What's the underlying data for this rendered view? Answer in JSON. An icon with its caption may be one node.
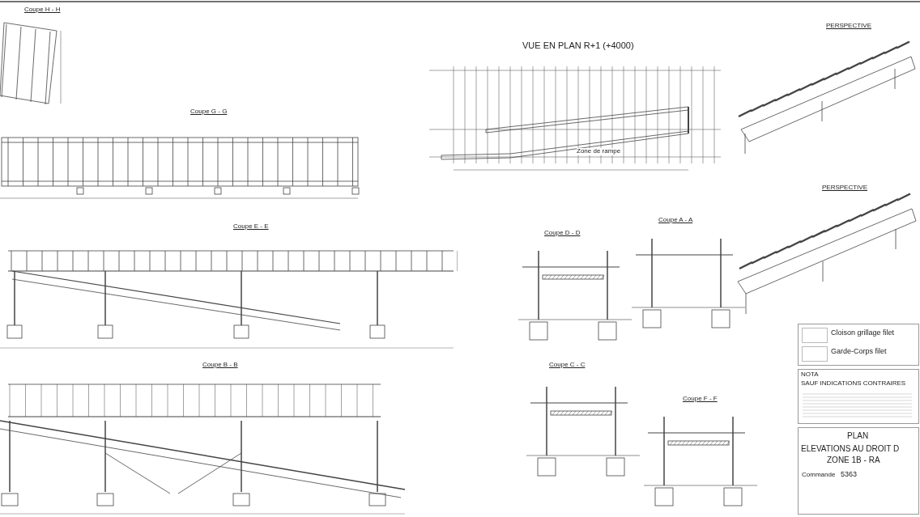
{
  "diagram": {
    "labels": [
      "Coupe H - H",
      "Coupe G - G",
      "VUE EN PLAN R+1 (+4000)",
      "PERSPECTIVE",
      "Zone de rampe",
      "PERSPECTIVE",
      "Coupe E - E",
      "Coupe D - D",
      "Coupe A - A",
      "Coupe B - B",
      "Coupe C - C",
      "Coupe F - F",
      "NOTA",
      "SAUF INDICATIONS CONTRAIRES",
      "PLAN",
      "ELEVATIONS AU DROIT D",
      "ZONE 1B - RA",
      "Commande",
      "5363"
    ],
    "legend": [
      {
        "text": "Cloison grillage filet"
      },
      {
        "text": "Garde-Corps filet"
      }
    ]
  }
}
